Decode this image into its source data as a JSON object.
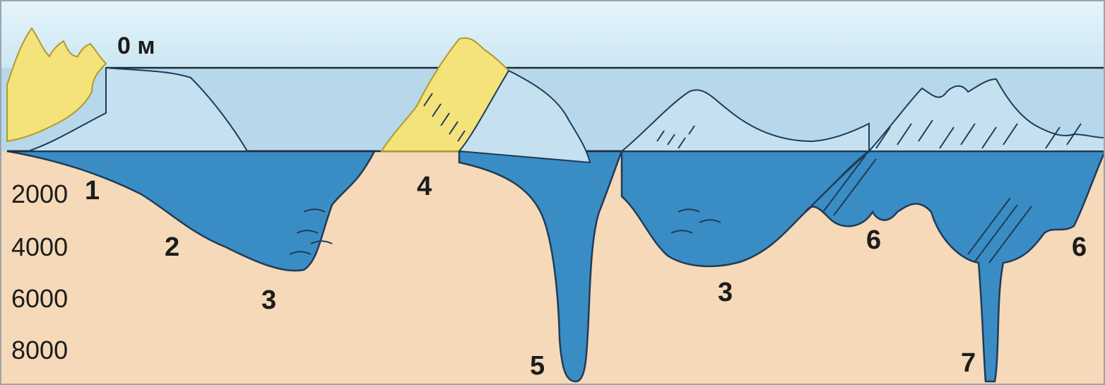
{
  "diagram": {
    "sea_level_label": "0 м",
    "depth_labels": [
      "2000",
      "4000",
      "6000",
      "8000"
    ],
    "feature_numbers": {
      "n1": "1",
      "n2": "2",
      "n3_left": "3",
      "n4": "4",
      "n5": "5",
      "n3_right": "3",
      "n6_left": "6",
      "n7": "7",
      "n6_right": "6"
    },
    "colors": {
      "sky": "#dcf0f8",
      "shallow_water": "#b9d9ea",
      "deep_water": "#3a8dc4",
      "ground": "#f5d9b8",
      "land": "#f4e27a",
      "outline": "#1f3b57"
    }
  }
}
